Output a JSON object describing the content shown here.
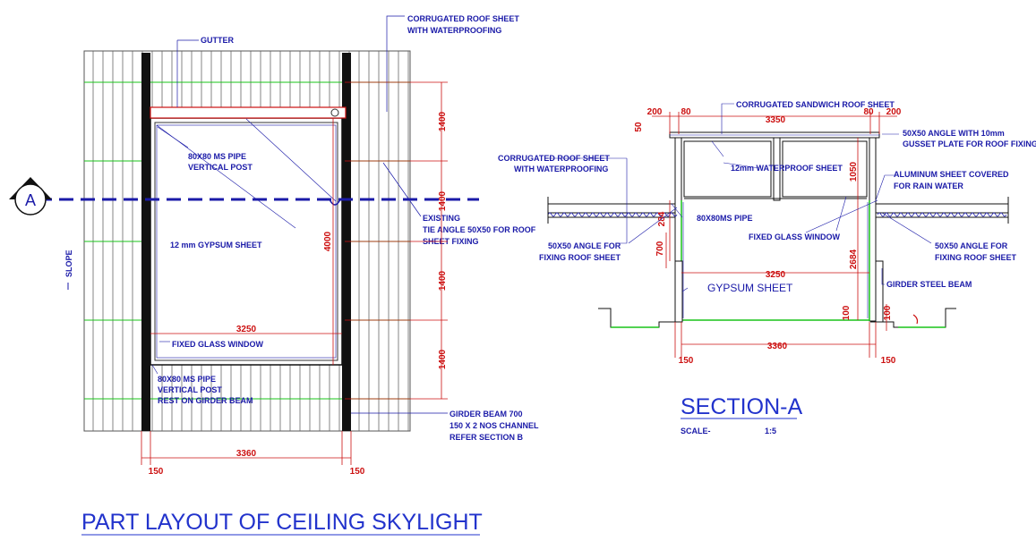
{
  "colors": {
    "blue": "#1a1aa8",
    "red": "#cc1010",
    "green": "#18c418",
    "black": "#111111"
  },
  "title": "PART LAYOUT OF CEILING SKYLIGHT",
  "section": {
    "title": "SECTION-A",
    "scale_label": "SCALE-",
    "scale_value": "1:5"
  },
  "marker": {
    "letter": "A",
    "slope": "SLOPE"
  },
  "plan": {
    "gutter": "GUTTER",
    "roof_sheet_1": "CORRUGATED ROOF SHEET",
    "roof_sheet_2": "WITH WATERPROOFING",
    "post_1": "80X80 MS PIPE",
    "post_2": "VERTICAL POST",
    "gypsum": "12 mm GYPSUM SHEET",
    "existing_1": "EXISTING",
    "existing_2": "TIE ANGLE 50X50 FOR ROOF",
    "existing_3": "SHEET FIXING",
    "fixed_glass": "FIXED GLASS WINDOW",
    "post2_1": "80X80 MS PIPE",
    "post2_2": "VERTICAL POST",
    "post2_3": "REST ON GIRDER BEAM",
    "girder_1": "GIRDER BEAM 700",
    "girder_2": "150 X 2 NOS CHANNEL",
    "girder_3": "REFER SECTION B",
    "dims": {
      "d1400a": "1400",
      "d1400b": "1400",
      "d1400c": "1400",
      "d1400d": "1400",
      "d4000": "4000",
      "d3250": "3250",
      "d3360": "3360",
      "d150l": "150",
      "d150r": "150"
    }
  },
  "sect": {
    "sandwich": "CORRUGATED SANDWICH ROOF SHEET",
    "angle_1": "50X50 ANGLE WITH 10mm",
    "angle_2": "GUSSET PLATE FOR ROOF  FIXING",
    "roof_1": "CORRUGATED ROOF SHEET",
    "roof_2": "WITH WATERPROOFING",
    "waterproof": "12mm WATERPROOF SHEET",
    "alu_1": "ALUMINUM SHEET COVERED",
    "alu_2": "FOR RAIN WATER",
    "pipe": "80X80MS PIPE",
    "fixed_glass": "FIXED GLASS WINDOW",
    "angle_l1": "50X50 ANGLE FOR",
    "angle_l2": "FIXING ROOF SHEET",
    "angle_r1": "50X50 ANGLE FOR",
    "angle_r2": "FIXING ROOF SHEET",
    "gypsum": "GYPSUM SHEET",
    "girder": "GIRDER STEEL BEAM",
    "dims": {
      "d200l": "200",
      "d80l": "80",
      "d3350": "3350",
      "d80r": "80",
      "d200r": "200",
      "d50": "50",
      "d1050": "1050",
      "d284": "284",
      "d700": "700",
      "d2684": "2684",
      "d3250": "3250",
      "d100a": "100",
      "d100b": "100",
      "d3360": "3360",
      "d150l": "150",
      "d150r": "150"
    }
  }
}
